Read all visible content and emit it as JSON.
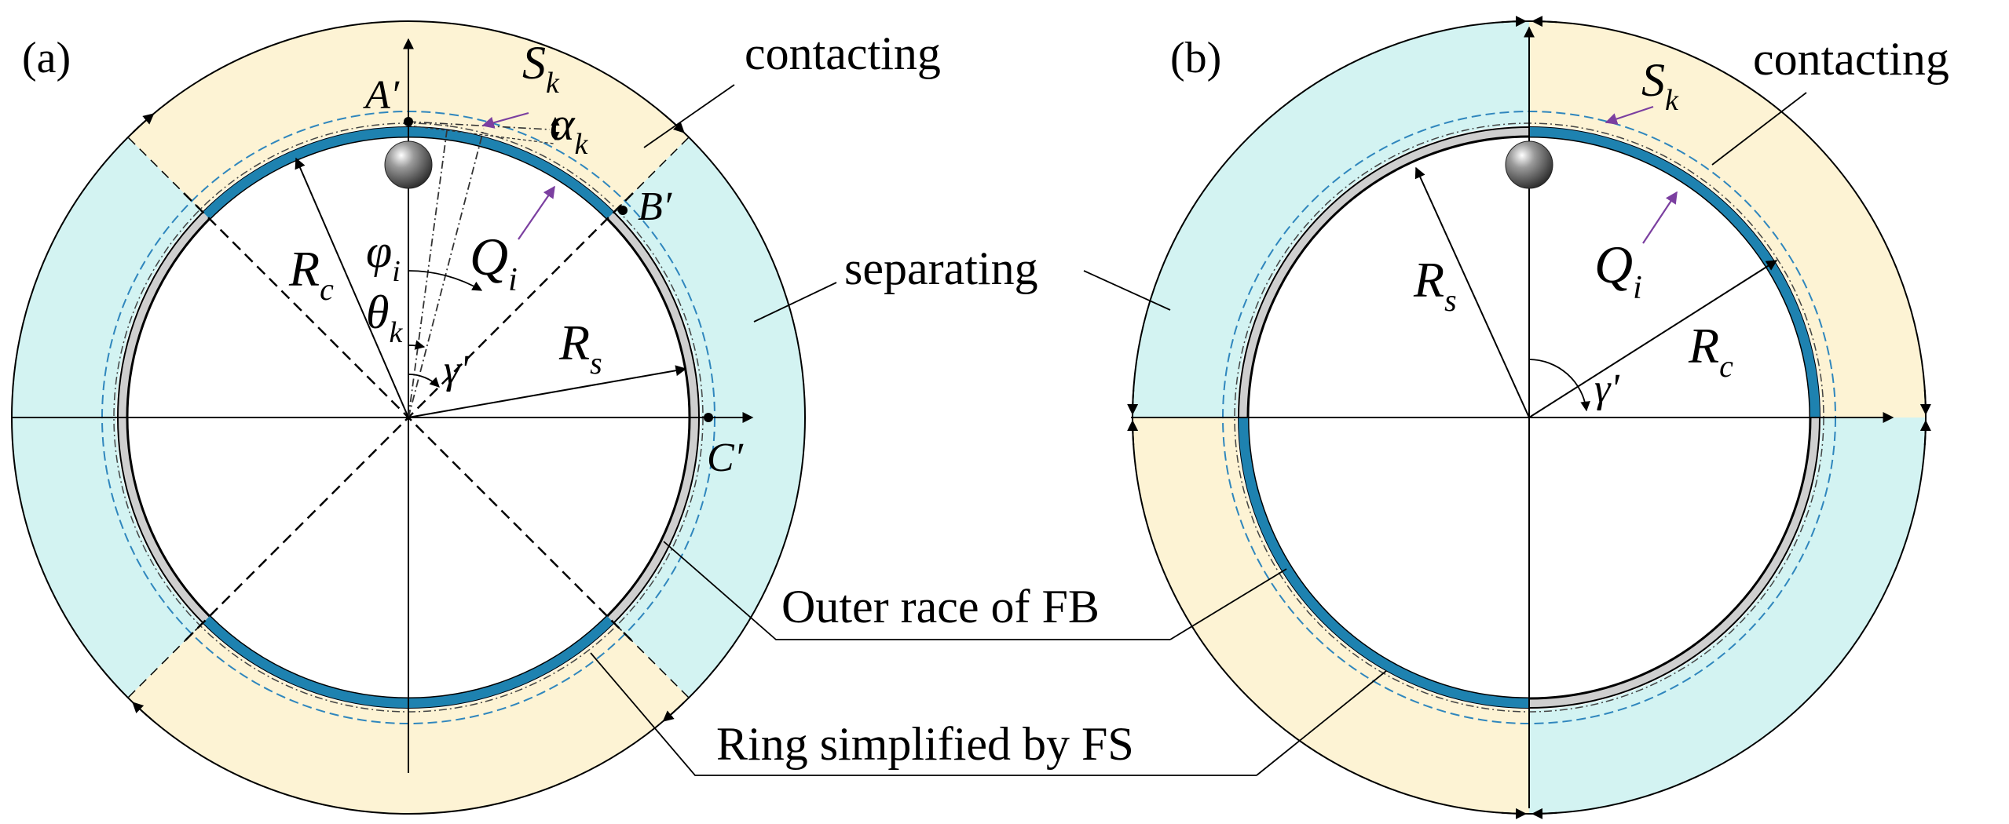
{
  "panels": [
    {
      "id": "a",
      "tag": "(a)",
      "zone_contacting": "contacting",
      "zone_separating": "separating",
      "sym_Ap": "A′",
      "sym_Bp": "B′",
      "sym_Cp": "C′",
      "sym_S": "S",
      "sym_S_sub": "k",
      "sym_alpha": "α",
      "sym_alpha_sub": "k",
      "sym_Q": "Q",
      "sym_Q_sub": "i",
      "sym_phi": "φ",
      "sym_phi_sub": "i",
      "sym_theta": "θ",
      "sym_theta_sub": "k",
      "sym_gamma": "γ'",
      "sym_Rc": "R",
      "sym_Rc_sub": "c",
      "sym_Rs": "R",
      "sym_Rs_sub": "s"
    },
    {
      "id": "b",
      "tag": "(b)",
      "zone_contacting": "contacting",
      "sym_S": "S",
      "sym_S_sub": "k",
      "sym_Q": "Q",
      "sym_Q_sub": "i",
      "sym_gamma": "γ'",
      "sym_Rc": "R",
      "sym_Rc_sub": "c",
      "sym_Rs": "R",
      "sym_Rs_sub": "s"
    }
  ],
  "callouts": {
    "outer_race": "Outer race of FB",
    "ring": "Ring simplified by FS"
  },
  "colors": {
    "contact_zone": "#fdf3d4",
    "separate_zone": "#d3f3f2",
    "contact_arc": "#1e82b0",
    "ring_fill": "#cfcfcf",
    "pointer": "#7b3fa0",
    "dashed_circle": "#2f86bd"
  }
}
